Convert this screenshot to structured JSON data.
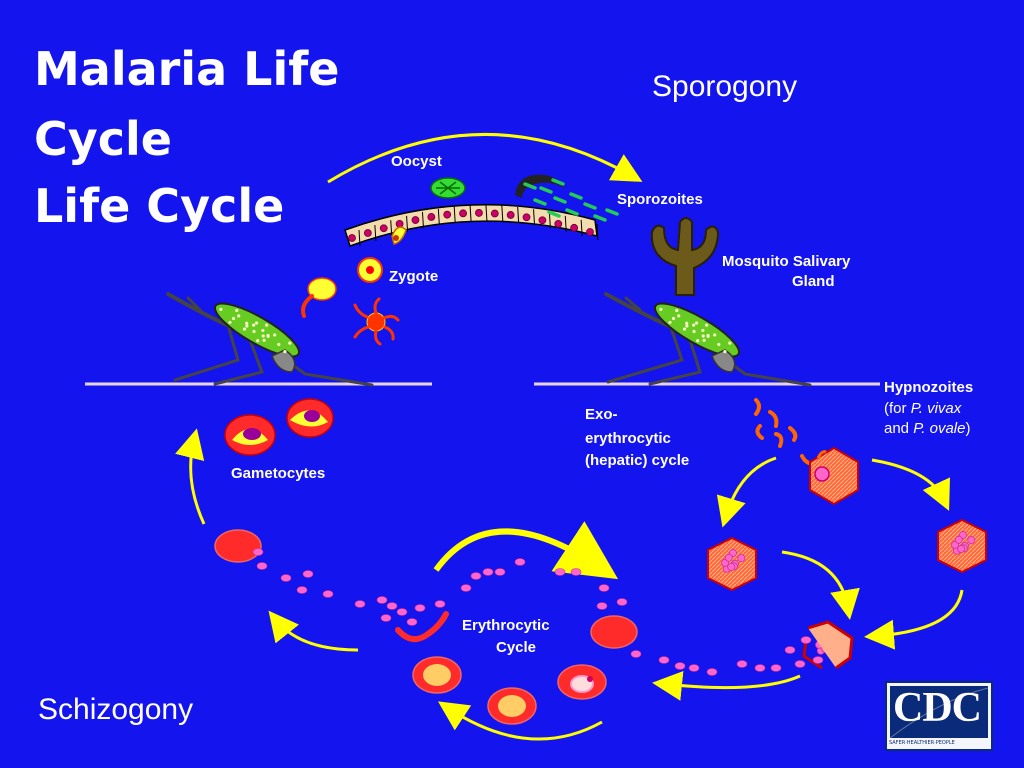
{
  "title": {
    "line1": "Malaria Life",
    "line2": "Cycle",
    "line3": "Life Cycle"
  },
  "phases": {
    "sporogony": "Sporogony",
    "schizogony": "Schizogony"
  },
  "labels": {
    "oocyst": "Oocyst",
    "sporozoites": "Sporozoites",
    "salivary_gland_1": "Mosquito Salivary",
    "salivary_gland_2": "Gland",
    "zygote": "Zygote",
    "gametocytes": "Gametocytes",
    "exo_1": "Exo-",
    "exo_2": "erythrocytic",
    "exo_3": "(hepatic) cycle",
    "erythrocytic_1": "Erythrocytic",
    "erythrocytic_2": "Cycle"
  },
  "hypnozoites": {
    "heading": "Hypnozoites",
    "for": "for ",
    "vivax": "P. vivax",
    "and": "and ",
    "ovale": "P. ovale",
    "open": "(",
    "close": ")"
  },
  "logo": {
    "text": "CDC",
    "tagline": "SAFER·HEALTHIER·PEOPLE"
  },
  "colors": {
    "background": "#1414ee",
    "arrow": "#ffff00",
    "cell_red": "#ff2a2a",
    "merozoite": "#ff66cc",
    "liver": "#ff3b3b",
    "mosquito": "#555555",
    "gland": "#6b5a1a"
  }
}
